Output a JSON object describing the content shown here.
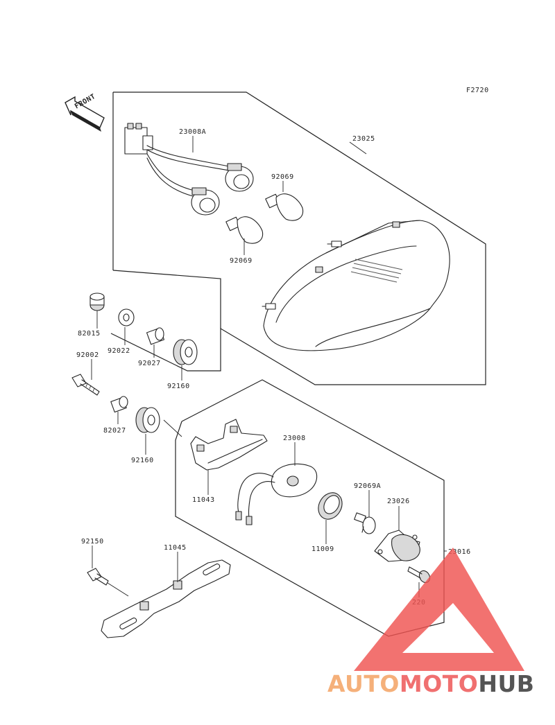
{
  "figure_code": "F2720",
  "front_arrow_label": "FRONT",
  "part_labels": {
    "p23008A": "23008A",
    "p23025": "23025",
    "p92069_top": "92069",
    "p92069_bottom": "92069",
    "p82015": "82015",
    "p92022": "92022",
    "p92027_top": "92027",
    "p92160_top": "92160",
    "p92002": "92002",
    "p82027": "82027",
    "p92160_bottom": "92160",
    "p23008": "23008",
    "p11043": "11043",
    "p92069A": "92069A",
    "p23026": "23026",
    "p11009": "11009",
    "p23016": "23016",
    "p220": "220",
    "p92150": "92150",
    "p11045": "11045"
  },
  "watermark": {
    "part1": "AUTO",
    "part2": "MOTO",
    "part3": "HUB",
    "color1": "#f5b07a",
    "color2": "#f07070",
    "color3": "#555555",
    "triangle_color": "#ef5350"
  }
}
